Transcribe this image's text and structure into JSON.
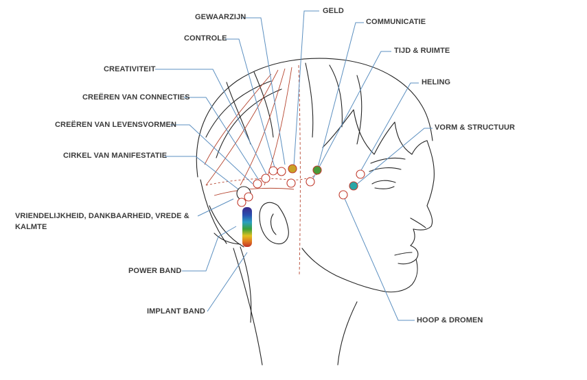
{
  "labels": {
    "gewaarzijn": "GEWAARZIJN",
    "geld": "GELD",
    "communicatie": "COMMUNICATIE",
    "controle": "CONTROLE",
    "tijd_ruimte": "TIJD & RUIMTE",
    "creativiteit": "CREATIVITEIT",
    "heling": "HELING",
    "creeren_connecties": "CREËREN VAN CONNECTIES",
    "creeren_levensvormen": "CREËREN VAN LEVENSVORMEN",
    "vorm_structuur": "VORM & STRUCTUUR",
    "cirkel_manifestatie": "CIRKEL VAN MANIFESTATIE",
    "vriendelijkheid": "VRIENDELIJKHEID, DANKBAARHEID, VREDE & KALMTE",
    "power_band": "POWER BAND",
    "implant_band": "IMPLANT BAND",
    "hoop_dromen": "HOOP & DROMEN"
  },
  "colors": {
    "leader_line": "#5b8fc0",
    "sketch_line": "#222222",
    "grid_line": "#b5452f",
    "point_ring": "#c0392b",
    "point_gold": "#c9a227",
    "point_green": "#4a9a3a",
    "point_teal": "#2aa6a6",
    "text": "#3a3a3a"
  }
}
